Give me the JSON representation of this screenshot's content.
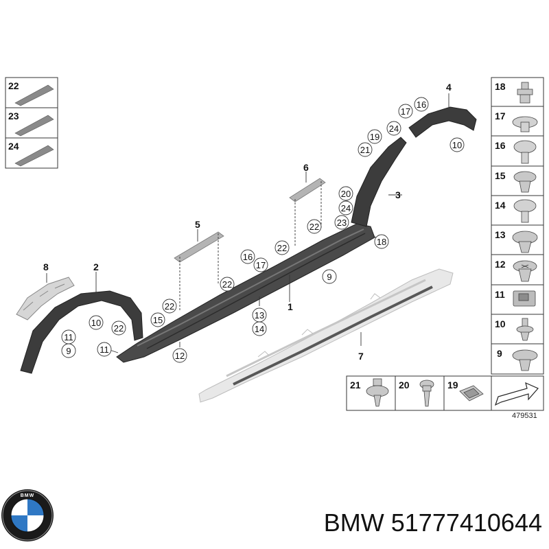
{
  "legend_left": [
    {
      "n": "22"
    },
    {
      "n": "23"
    },
    {
      "n": "24"
    }
  ],
  "legend_right": [
    {
      "n": "18"
    },
    {
      "n": "17"
    },
    {
      "n": "16"
    },
    {
      "n": "15"
    },
    {
      "n": "14"
    },
    {
      "n": "13"
    },
    {
      "n": "12"
    },
    {
      "n": "11"
    },
    {
      "n": "10"
    },
    {
      "n": "9"
    }
  ],
  "legend_bottom": [
    {
      "n": "21"
    },
    {
      "n": "20"
    },
    {
      "n": "19"
    }
  ],
  "diagram_code": "479531",
  "footer": {
    "brand_logo_text": "BMW",
    "caption": "BMW 51777410644"
  },
  "callouts": {
    "p1": "1",
    "p2": "2",
    "p3": "3",
    "p4": "4",
    "p5": "5",
    "p6": "6",
    "p7": "7",
    "p8": "8",
    "c1": "22",
    "c2": "15",
    "c3": "22",
    "c4": "16",
    "c5": "17",
    "c6": "22",
    "c7": "22",
    "c8": "13",
    "c9": "14",
    "c10": "12",
    "c11": "11",
    "c12": "10",
    "c13": "22",
    "c14": "11",
    "c15": "9",
    "c16": "9",
    "c17": "18",
    "c18": "23",
    "c19": "24",
    "c20": "20",
    "c21": "21",
    "c22": "19",
    "c23": "24",
    "c24": "17",
    "c25": "16",
    "c26": "10"
  }
}
